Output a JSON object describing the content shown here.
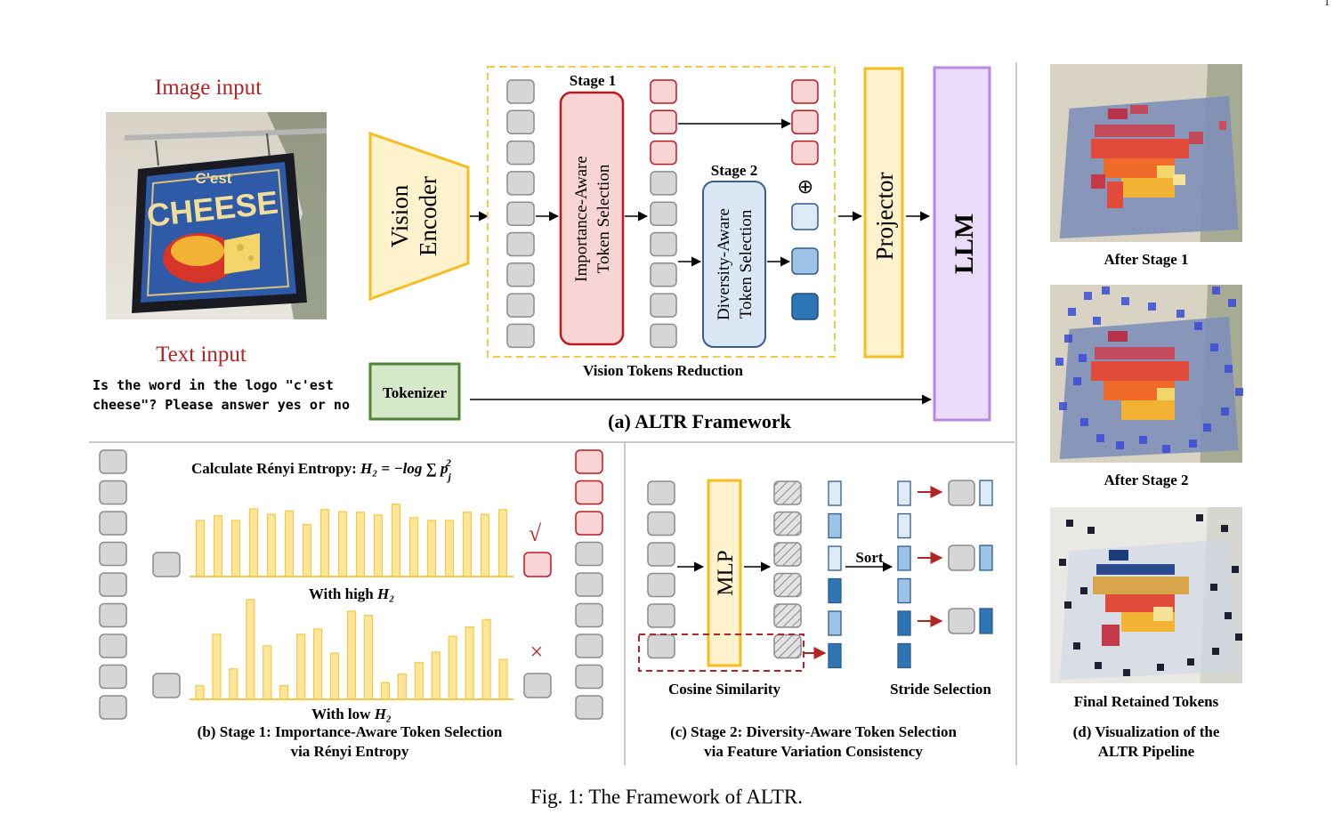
{
  "colors": {
    "accent_red": "#b32424",
    "token_gray": "#d6d6d6",
    "token_red": "#f9d4d4",
    "encoder_fill": "#fff2cc",
    "encoder_stroke": "#f5bd1f",
    "llm_fill": "#eadcf8",
    "llm_stroke": "#b889e0",
    "tokenizer_fill": "#d5e8c9",
    "tokenizer_stroke": "#548235",
    "stage2_fill": "#dbe7f4",
    "stage2_stroke": "#365f91",
    "blue_light": "#deebf7",
    "blue_mid": "#9dc3e6",
    "blue_dark": "#2e75b6",
    "bar_fill": "#ffe699"
  },
  "inputs": {
    "image_label": "Image input",
    "text_label": "Text input",
    "text_line1": "Is the word in the logo \"c'est",
    "text_line2": "cheese\"? Please answer yes or no",
    "sign_line1": "C'est",
    "sign_line2": "CHEESE"
  },
  "framework": {
    "vision_encoder_line1": "Vision",
    "vision_encoder_line2": "Encoder",
    "stage1_title": "Stage 1",
    "stage1_box_line1": "Importance-Aware",
    "stage1_box_line2": "Token Selection",
    "stage2_title": "Stage 2",
    "stage2_box_line1": "Diversity-Aware",
    "stage2_box_line2": "Token Selection",
    "oplus": "⊕",
    "reduction_caption": "Vision Tokens Reduction",
    "projector": "Projector",
    "llm": "LLM",
    "tokenizer": "Tokenizer",
    "caption": "(a) ALTR Framework"
  },
  "panel_b": {
    "formula_text": "Calculate Rényi Entropy: ",
    "formula_math": "H₂ = −log ∑ p",
    "formula_sup": "2",
    "formula_sub": "j",
    "high_label": "With high ",
    "low_label": "With low ",
    "h2": "H₂",
    "check": "√",
    "cross": "×",
    "caption_line1": "(b) Stage 1: Importance-Aware Token Selection",
    "caption_line2": "via Rényi Entropy",
    "high_values": [
      0.83,
      0.9,
      0.83,
      1.0,
      0.92,
      0.97,
      0.77,
      0.99,
      0.96,
      0.95,
      0.91,
      1.07,
      0.87,
      0.83,
      0.83,
      0.95,
      0.92,
      0.99
    ],
    "low_values": [
      0.13,
      0.62,
      0.29,
      0.95,
      0.51,
      0.13,
      0.62,
      0.67,
      0.44,
      0.84,
      0.8,
      0.16,
      0.24,
      0.35,
      0.45,
      0.6,
      0.69,
      0.76,
      0.38
    ]
  },
  "panel_c": {
    "mlp": "MLP",
    "sort": "Sort",
    "cosine_label": "Cosine Similarity",
    "stride_label": "Stride Selection",
    "caption_line1": "(c) Stage 2: Diversity-Aware Token Selection",
    "caption_line2": "via Feature Variation Consistency"
  },
  "panel_d": {
    "after_stage1": "After Stage 1",
    "after_stage2": "After Stage 2",
    "final_tokens": "Final Retained Tokens",
    "caption_line1": "(d) Visualization of the",
    "caption_line2": "ALTR Pipeline"
  },
  "figure_caption": "Fig. 1: The Framework of ALTR.",
  "page_number": "1"
}
